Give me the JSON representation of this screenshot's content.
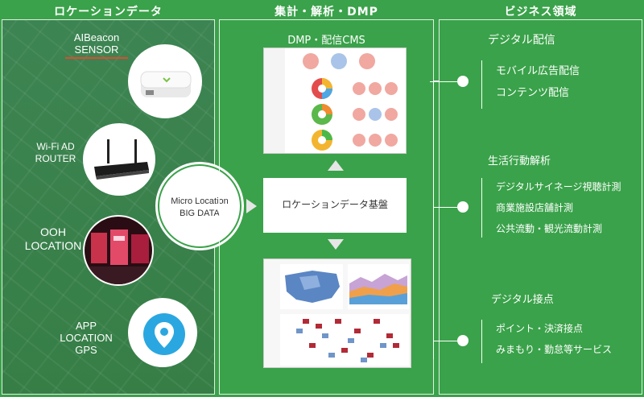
{
  "columns": {
    "left_title": "ロケーションデータ",
    "mid_title": "集計・解析・DMP",
    "right_title": "ビジネス領域"
  },
  "sources": [
    {
      "label_line1": "AIBeacon",
      "label_line2": "SENSOR"
    },
    {
      "label_line1": "Wi-Fi AD",
      "label_line2": "ROUTER"
    },
    {
      "label_line1": "OOH",
      "label_line2": "LOCATION"
    },
    {
      "label_line1": "APP",
      "label_line2": "LOCATION",
      "label_line3": "GPS"
    }
  ],
  "hub": {
    "line1": "Micro Location",
    "line2": "BIG DATA"
  },
  "dmp": {
    "title": "DMP・配信CMS",
    "base_label": "ロケーションデータ基盤"
  },
  "business": [
    {
      "title": "デジタル配信",
      "items": [
        "モバイル広告配信",
        "コンテンツ配信"
      ]
    },
    {
      "title": "生活行動解析",
      "items": [
        "デジタルサイネージ視聴計測",
        "商業施設店舗計測",
        "公共流動・観光流動計測"
      ]
    },
    {
      "title": "デジタル接点",
      "items": [
        "ポイント・決済接点",
        "みまもり・勤怠等サービス"
      ]
    }
  ],
  "colors": {
    "background": "#3aa24a",
    "accent_underline": "#e2492f",
    "pin": "#2aa7e0"
  },
  "icons": [
    "beacon-sensor-icon",
    "wifi-router-icon",
    "ooh-signage-icon",
    "location-pin-icon"
  ]
}
